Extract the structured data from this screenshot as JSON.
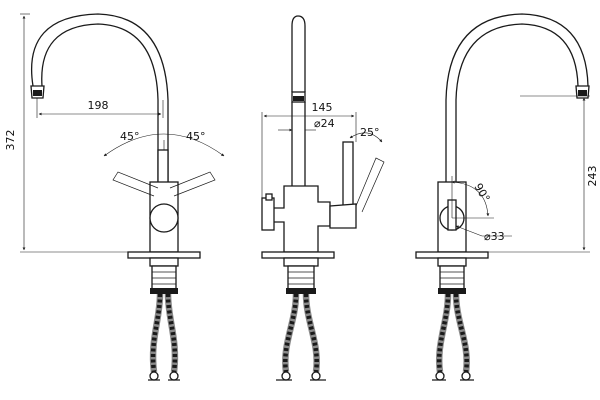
{
  "dimensions": {
    "front_height": "372",
    "front_reach": "198",
    "front_angle_left": "45°",
    "front_angle_right": "45°",
    "side_depth": "145",
    "side_diameter": "⌀24",
    "side_angle": "25°",
    "rear_angle": "90°",
    "rear_diameter": "⌀33",
    "rear_height": "243"
  },
  "colors": {
    "line": "#1a1a1a",
    "background": "#ffffff"
  }
}
